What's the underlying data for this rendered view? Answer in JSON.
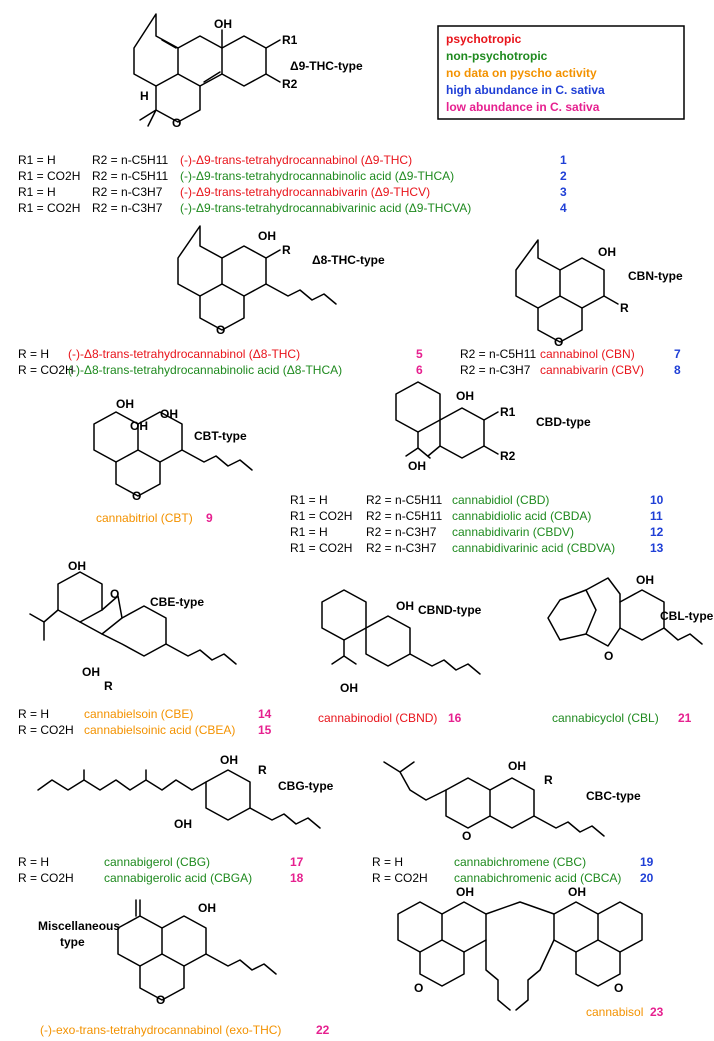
{
  "colors": {
    "psycho": "#e8141b",
    "nonpsycho": "#1f8a1f",
    "nodata": "#f39200",
    "high": "#1f3fd6",
    "low": "#e6208f"
  },
  "legend": {
    "psychotropic": "psychotropic",
    "non_psychotropic": "non-psychotropic",
    "no_data": "no data on pyscho activity",
    "high": "high abundance in C. sativa",
    "low": "low abundance in C. sativa"
  },
  "types": {
    "thc9": "Δ9-THC-type",
    "thc8": "Δ8-THC-type",
    "cbn": "CBN-type",
    "cbt": "CBT-type",
    "cbd": "CBD-type",
    "cbe": "CBE-type",
    "cbnd": "CBND-type",
    "cbl": "CBL-type",
    "cbg": "CBG-type",
    "cbc": "CBC-type",
    "misc1": "Miscellaneous",
    "misc2": "type"
  },
  "compounds": [
    {
      "r1": "R1 = H",
      "r2": "R2 = n-C5H11",
      "name": "(-)-Δ9-trans-tetrahydrocannabinol (Δ9-THC)",
      "num": "1"
    },
    {
      "r1": "R1 = CO2H",
      "r2": "R2 = n-C5H11",
      "name": "(-)-Δ9-trans-tetrahydrocannabinolic acid (Δ9-THCA)",
      "num": "2"
    },
    {
      "r1": "R1 = H",
      "r2": "R2 = n-C3H7",
      "name": "(-)-Δ9-trans-tetrahydrocannabivarin (Δ9-THCV)",
      "num": "3"
    },
    {
      "r1": "R1 = CO2H",
      "r2": "R2 = n-C3H7",
      "name": "(-)-Δ9-trans-tetrahydrocannabivarinic acid (Δ9-THCVA)",
      "num": "4"
    },
    {
      "r": "R = H",
      "name": "(-)-Δ8-trans-tetrahydrocannabinol (Δ8-THC)",
      "num": "5"
    },
    {
      "r": "R = CO2H",
      "name": "(-)-Δ8-trans-tetrahydrocannabinolic acid (Δ8-THCA)",
      "num": "6"
    },
    {
      "r": "R2 = n-C5H11",
      "name": "cannabinol (CBN)",
      "num": "7"
    },
    {
      "r": "R2 = n-C3H7",
      "name": "cannabivarin (CBV)",
      "num": "8"
    },
    {
      "name": "cannabitriol (CBT)",
      "num": "9"
    },
    {
      "r1": "R1 = H",
      "r2": "R2 = n-C5H11",
      "name": "cannabidiol (CBD)",
      "num": "10"
    },
    {
      "r1": "R1 = CO2H",
      "r2": "R2 = n-C5H11",
      "name": "cannabidiolic acid (CBDA)",
      "num": "11"
    },
    {
      "r1": "R1 = H",
      "r2": "R2 = n-C3H7",
      "name": "cannabidivarin (CBDV)",
      "num": "12"
    },
    {
      "r1": "R1 = CO2H",
      "r2": "R2 = n-C3H7",
      "name": "cannabidivarinic acid (CBDVA)",
      "num": "13"
    },
    {
      "r": "R = H",
      "name": "cannabielsoin (CBE)",
      "num": "14"
    },
    {
      "r": "R = CO2H",
      "name": "cannabielsoinic acid (CBEA)",
      "num": "15"
    },
    {
      "name": "cannabinodiol (CBND)",
      "num": "16"
    },
    {
      "name": "cannabicyclol (CBL)",
      "num": "21"
    },
    {
      "r": "R = H",
      "name": "cannabigerol (CBG)",
      "num": "17"
    },
    {
      "r": "R = CO2H",
      "name": "cannabigerolic acid (CBGA)",
      "num": "18"
    },
    {
      "r": "R = H",
      "name": "cannabichromene (CBC)",
      "num": "19"
    },
    {
      "r": "R = CO2H",
      "name": "cannabichromenic acid (CBCA)",
      "num": "20"
    },
    {
      "name": "(-)-exo-trans-tetrahydrocannabinol (exo-THC)",
      "num": "22"
    },
    {
      "name": "cannabisol",
      "num": "23"
    }
  ],
  "atoms": {
    "OH": "OH",
    "O": "O",
    "H": "H",
    "R": "R",
    "R1": "R1",
    "R2": "R2"
  }
}
